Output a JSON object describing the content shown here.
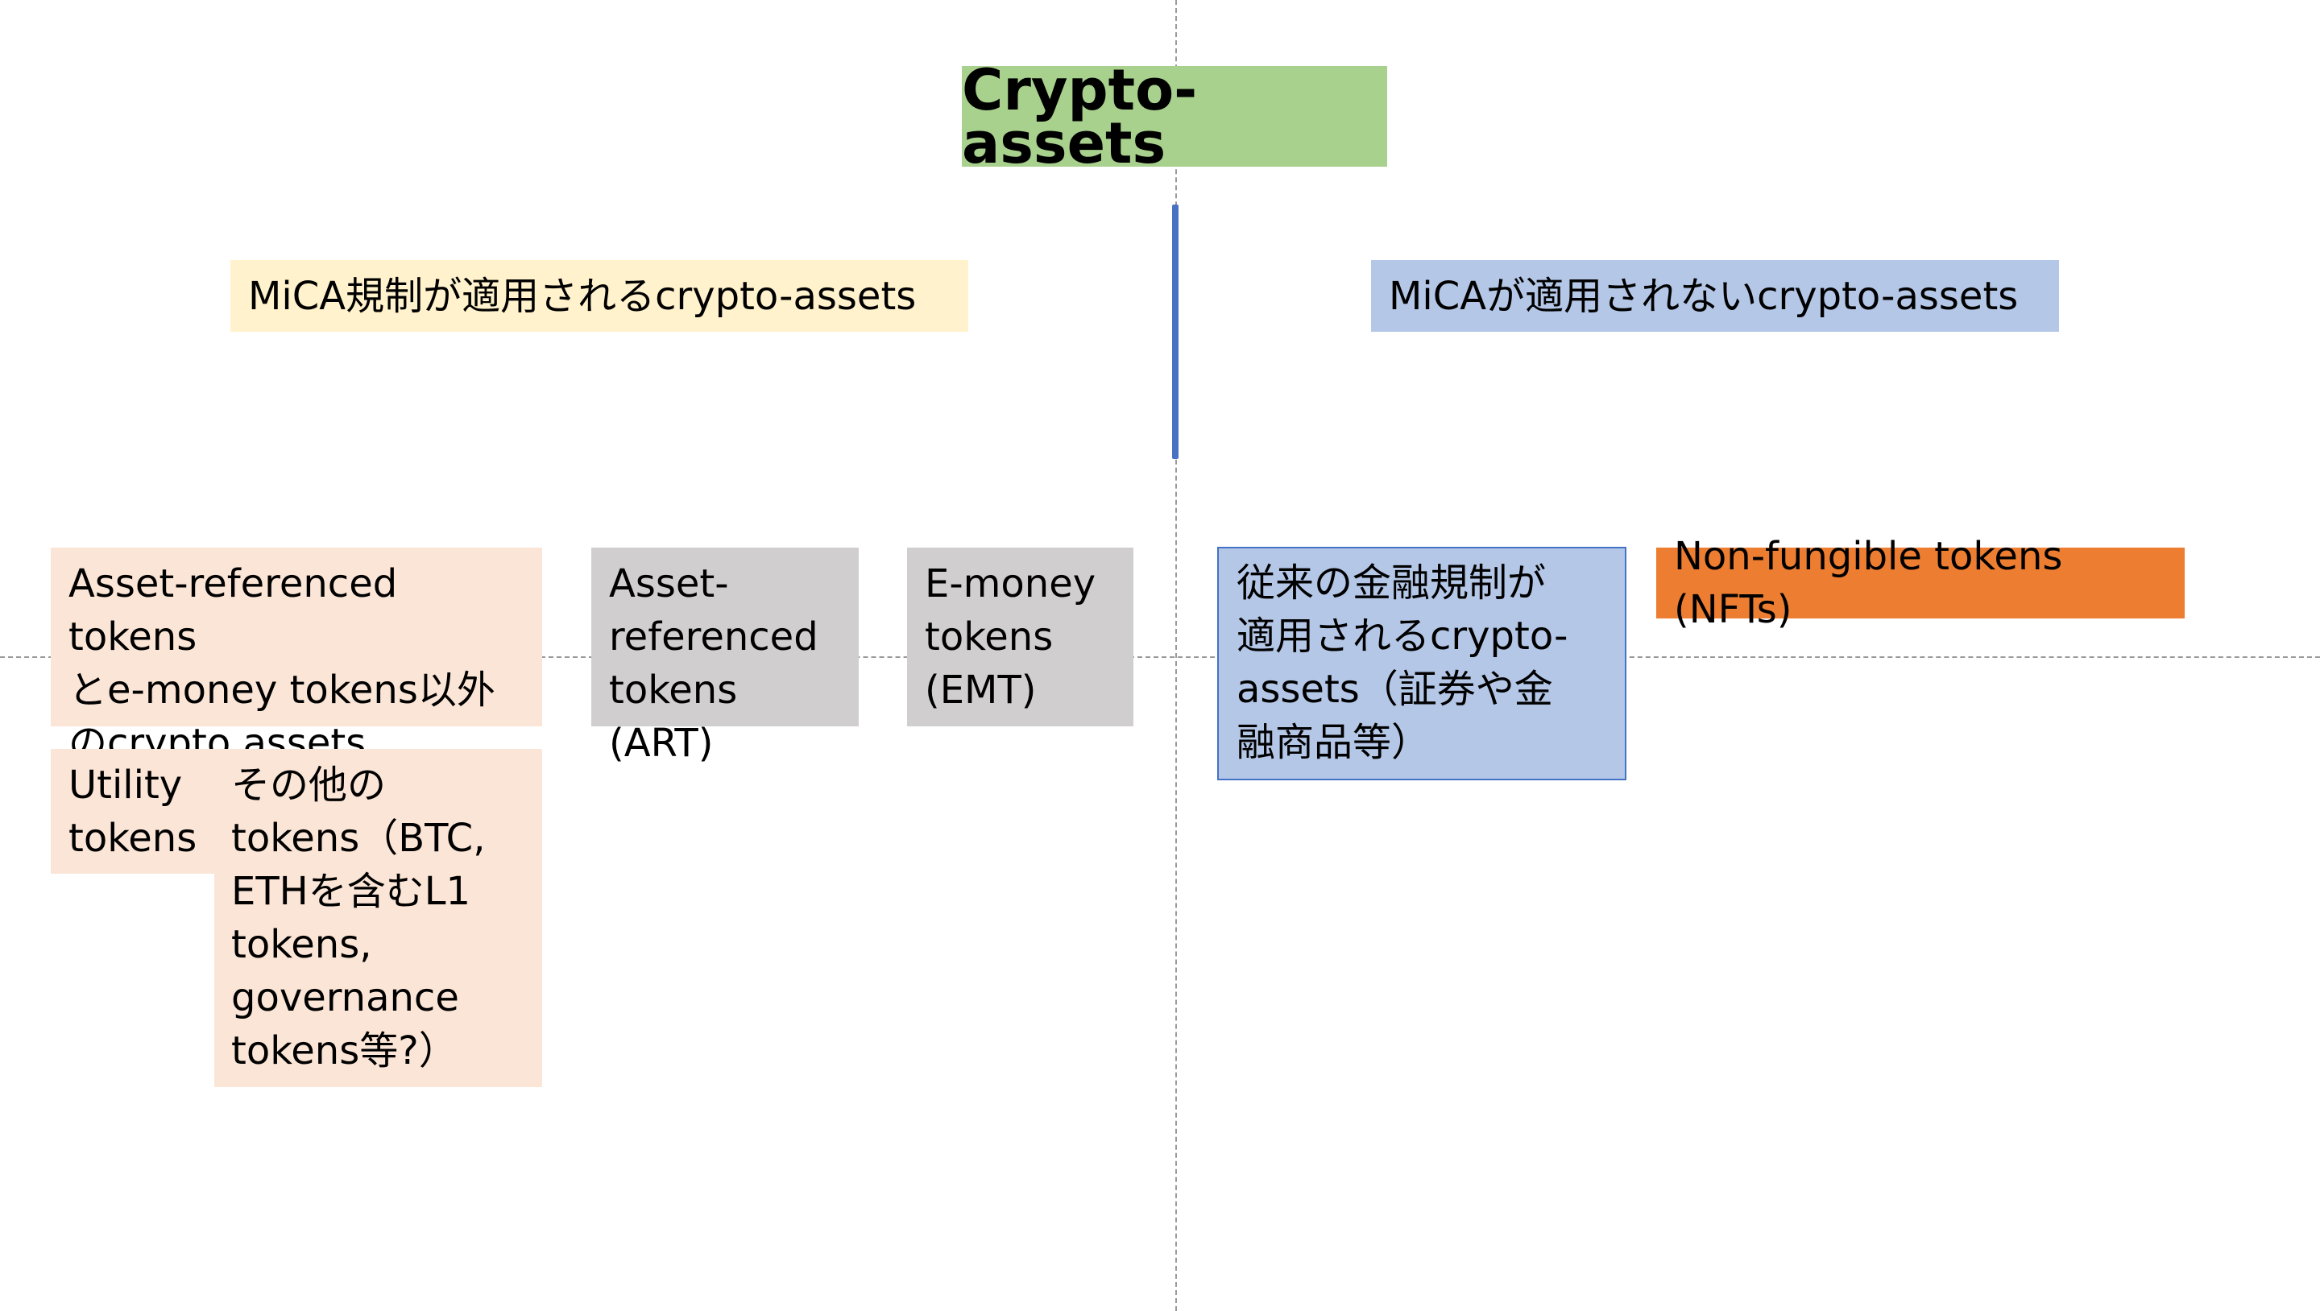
{
  "title": "Crypto-assets",
  "categories": {
    "mica_applied": "MiCA規制が適用されるcrypto-assets",
    "mica_not_applied": "MiCAが適用されないcrypto-assets"
  },
  "mica_applied_items": {
    "other_tokens": "Asset-referenced tokens\nとe-money tokens以外\nのcrypto assets",
    "art": "Asset-\nreferenced\ntokens (ART)",
    "emt": "E-money\ntokens\n(EMT)",
    "utility_tokens": "Utility\ntokens",
    "other_crypto": "その他の\ntokens（BTC,\nETHを含むL1\ntokens,\ngovernance\ntokens等?）"
  },
  "mica_not_applied_items": {
    "traditional": "従来の金融規制が\n適用されるcrypto-\nassets（証券や金\n融商品等）",
    "nft": "Non-fungible tokens (NFTs)"
  },
  "colors": {
    "title_bg": "#a9d18e",
    "mica_applied_bg": "#fff2cc",
    "mica_not_applied_bg": "#b4c7e7",
    "other_tokens_bg": "#fbe5d6",
    "art_emt_bg": "#d0cece",
    "nft_bg": "#ed7d31",
    "divider": "#4a72c4"
  }
}
